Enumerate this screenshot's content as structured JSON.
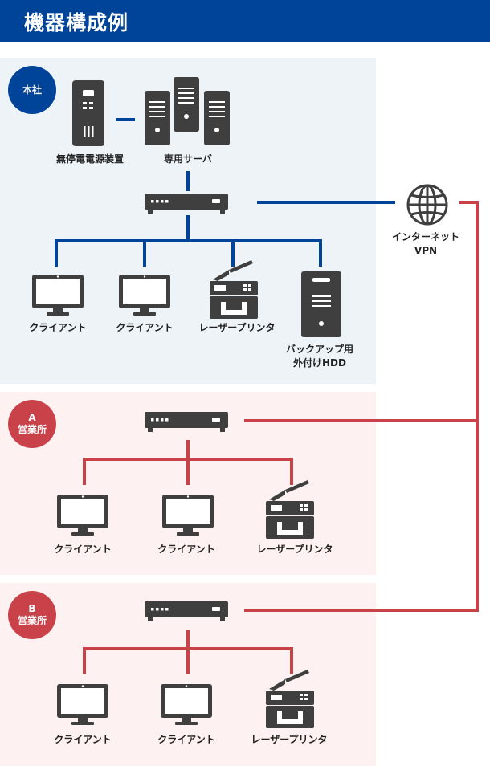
{
  "title": "機器構成例",
  "colors": {
    "hq": "#00449a",
    "branch": "#c9424a",
    "device": "#3f3f3f",
    "hq_panel": "#eef3f8",
    "branch_panel": "#fdf1f1"
  },
  "hq": {
    "badge": "本社",
    "ups": "無停電電源装置",
    "server": "専用サーバ",
    "client1": "クライアント",
    "client2": "クライアント",
    "printer": "レーザープリンタ",
    "hdd_line1": "バックアップ用",
    "hdd_line2": "外付けHDD"
  },
  "internet": {
    "line1": "インターネット",
    "line2": "VPN",
    "icon": "globe-icon"
  },
  "branch_a": {
    "badge_line1": "A",
    "badge_line2": "営業所",
    "client1": "クライアント",
    "client2": "クライアント",
    "printer": "レーザープリンタ"
  },
  "branch_b": {
    "badge_line1": "B",
    "badge_line2": "営業所",
    "client1": "クライアント",
    "client2": "クライアント",
    "printer": "レーザープリンタ"
  }
}
